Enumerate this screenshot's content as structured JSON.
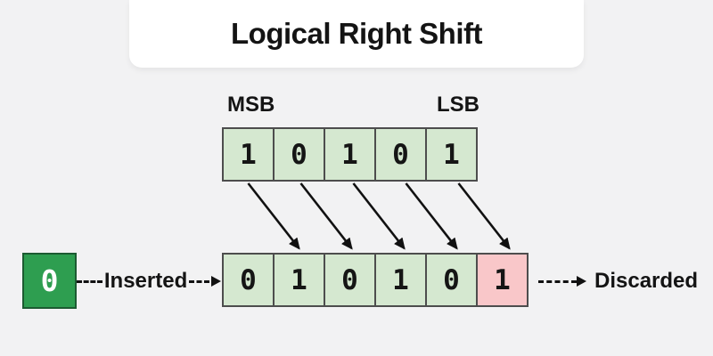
{
  "title": "Logical Right Shift",
  "labels": {
    "msb": "MSB",
    "lsb": "LSB",
    "inserted": "Inserted",
    "discarded": "Discarded"
  },
  "top_register": {
    "bits": [
      "1",
      "0",
      "1",
      "0",
      "1"
    ]
  },
  "bottom_register": {
    "bits": [
      "0",
      "1",
      "0",
      "1",
      "0"
    ]
  },
  "discarded_bit": "1",
  "inserted_bit": "0",
  "colors": {
    "background": "#f2f2f3",
    "card": "#ffffff",
    "cell_fill": "#d5e8d0",
    "cell_border": "#4d4d4d",
    "discard_fill": "#f9c7c9",
    "insert_fill": "#2e9e50",
    "insert_border": "#1c5b31",
    "ink": "#111111"
  }
}
